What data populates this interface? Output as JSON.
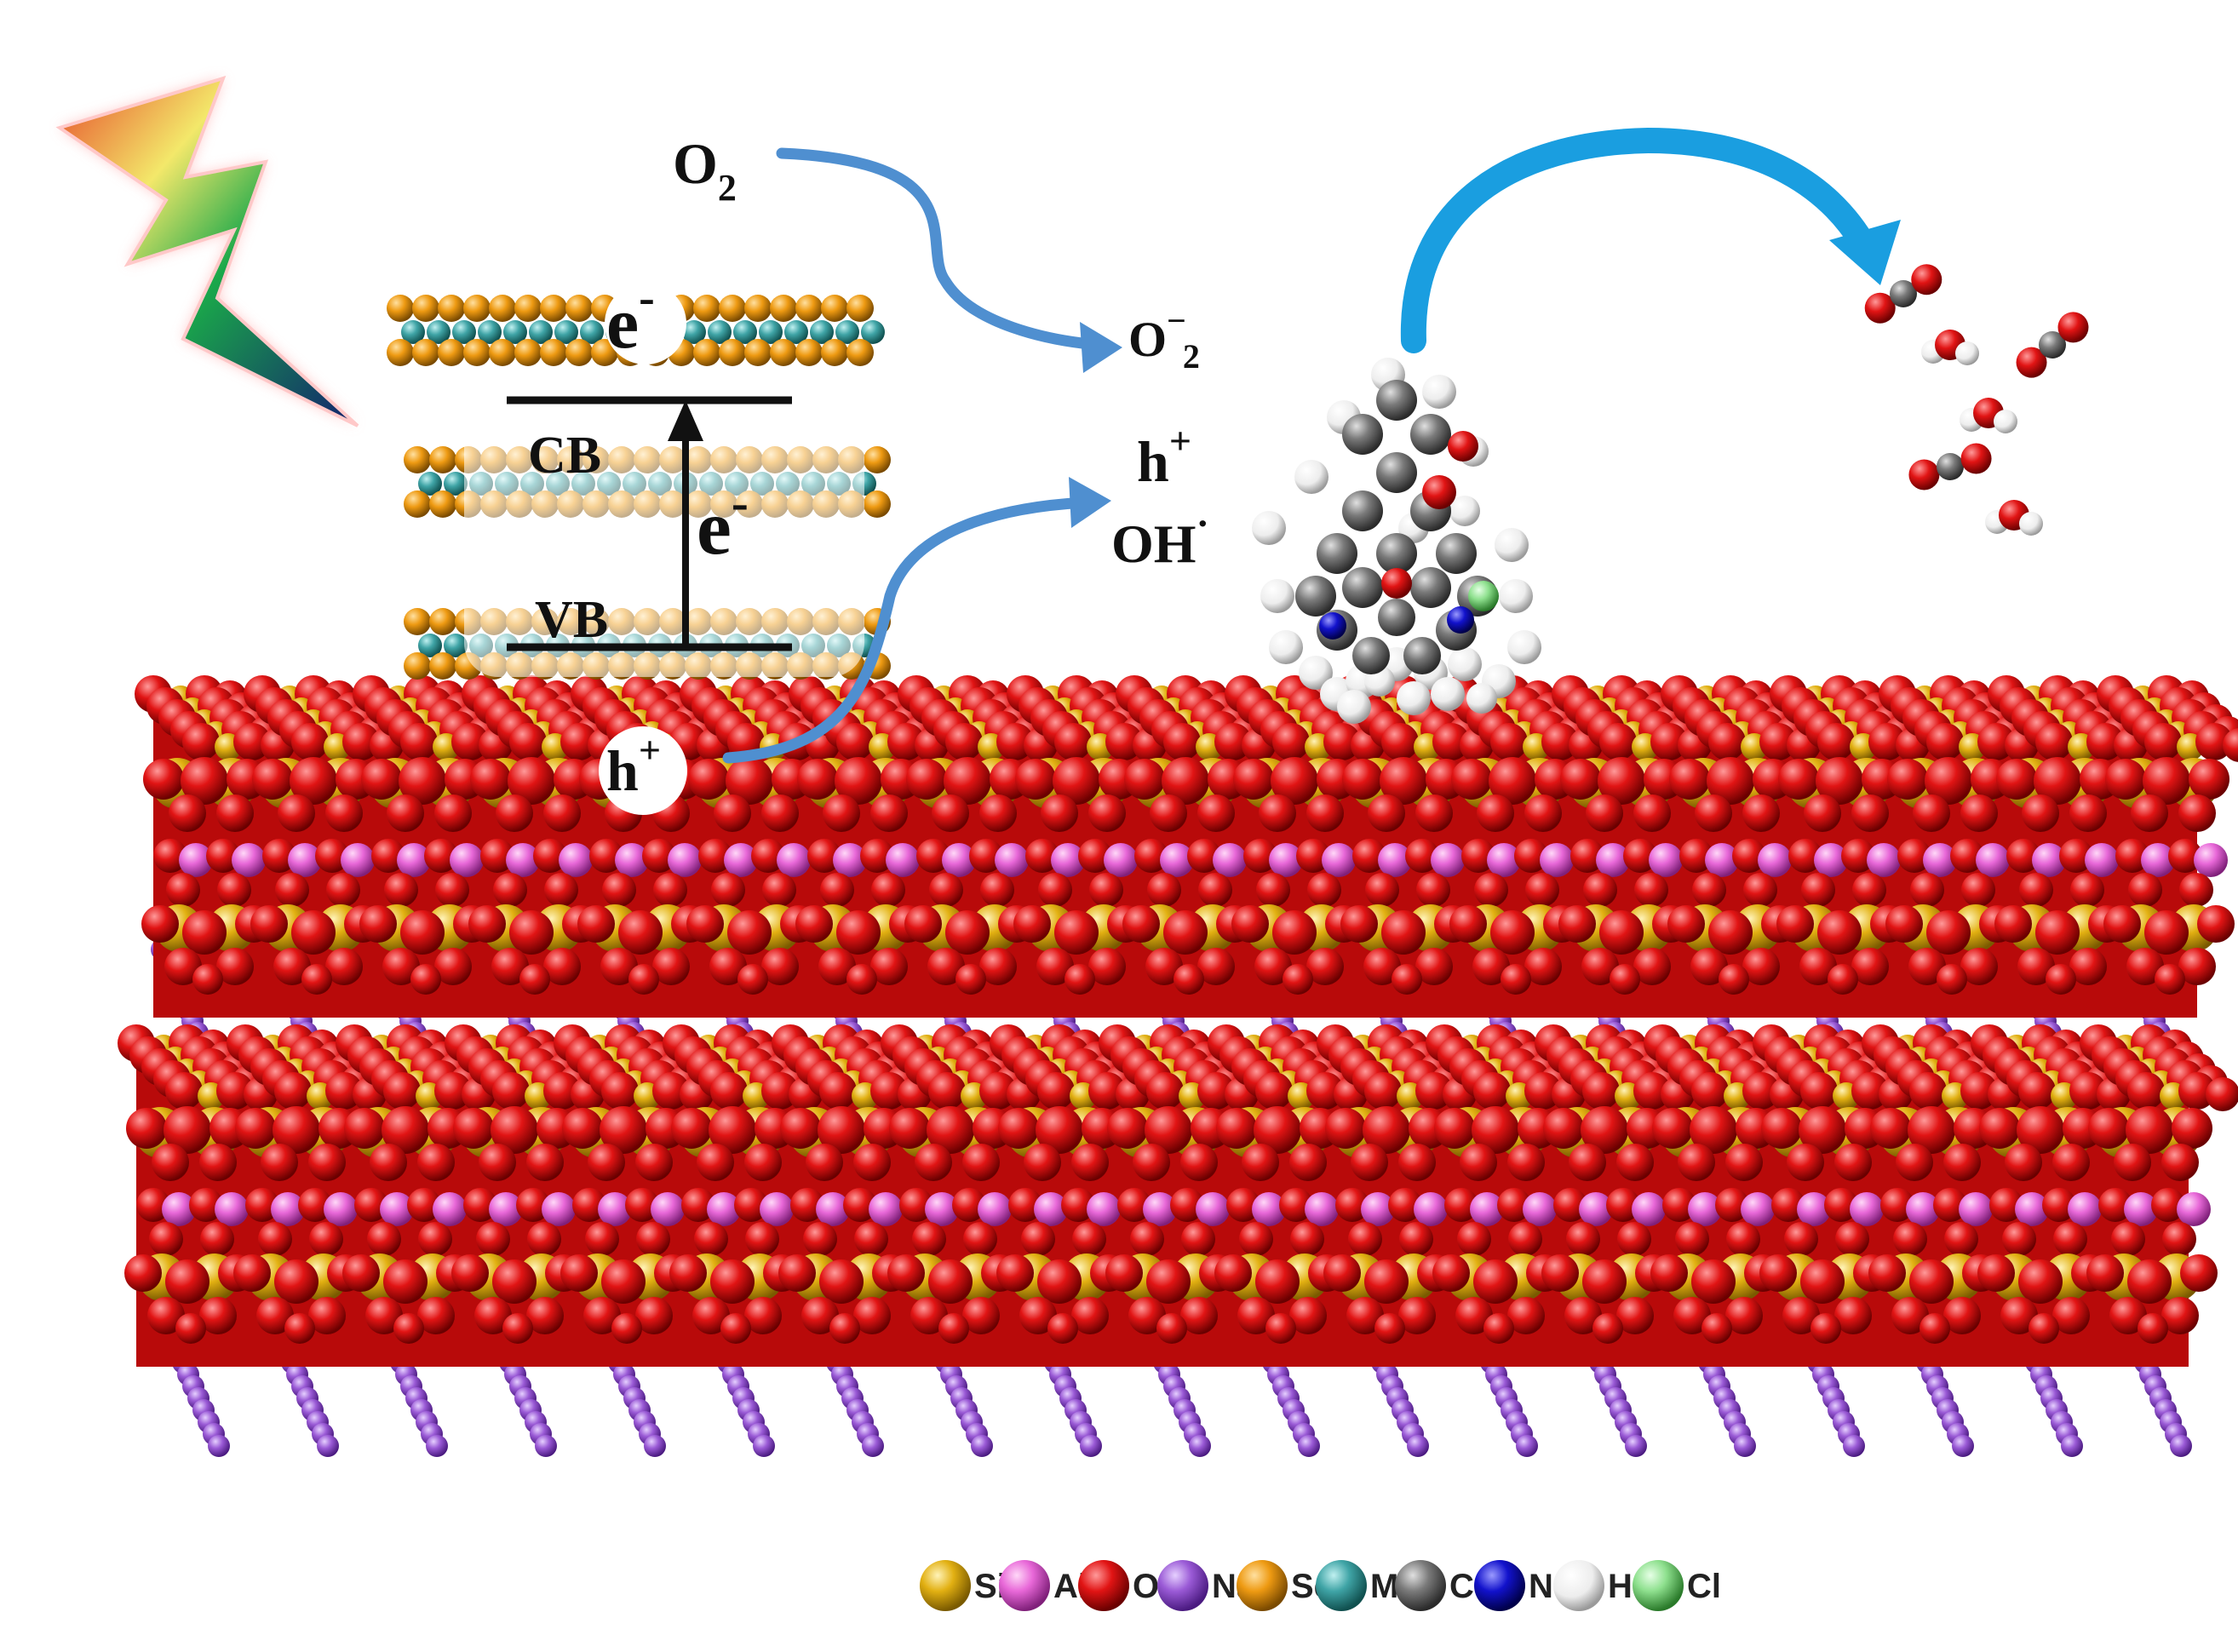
{
  "labels": {
    "o2": "O",
    "o2_sub": "2",
    "superoxide": "O",
    "superoxide_sup": "−",
    "superoxide_sub": "2",
    "h_plus": "h",
    "h_plus_sup": "+",
    "oh": "OH",
    "oh_sup": "·",
    "electron_top": "e",
    "electron_top_sup": "-",
    "electron_mid": "e",
    "electron_mid_sup": "-",
    "cb": "CB",
    "vb": "VB",
    "hole": "h",
    "hole_sup": "+"
  },
  "legend": [
    {
      "symbol": "Si",
      "color": "#e2b012",
      "icon": "si-atom-icon"
    },
    {
      "symbol": "Al",
      "color": "#e868d8",
      "icon": "al-atom-icon"
    },
    {
      "symbol": "O",
      "color": "#e11414",
      "icon": "o-atom-icon"
    },
    {
      "symbol": "Na",
      "color": "#9a5ad6",
      "icon": "na-atom-icon"
    },
    {
      "symbol": "Se",
      "color": "#ee9a12",
      "icon": "se-atom-icon"
    },
    {
      "symbol": "Mo",
      "color": "#3fa4a6",
      "icon": "mo-atom-icon"
    },
    {
      "symbol": "C",
      "color": "#7a7a7a",
      "icon": "c-atom-icon"
    },
    {
      "symbol": "N",
      "color": "#1212cc",
      "icon": "n-atom-icon"
    },
    {
      "symbol": "H",
      "color": "#f2f2f2",
      "icon": "h-atom-icon"
    },
    {
      "symbol": "Cl",
      "color": "#8ee08e",
      "icon": "cl-atom-icon"
    }
  ],
  "colors": {
    "si": "#e2b012",
    "al": "#e868d8",
    "o": "#e11414",
    "na": "#9a5ad6",
    "se": "#ee9a12",
    "mo": "#3fa4a6",
    "c": "#7a7a7a",
    "n": "#1212cc",
    "h": "#f2f2f2",
    "cl": "#8ee08e",
    "arrow": "#4f8fd0",
    "arrow_bright": "#1a9ee0"
  }
}
